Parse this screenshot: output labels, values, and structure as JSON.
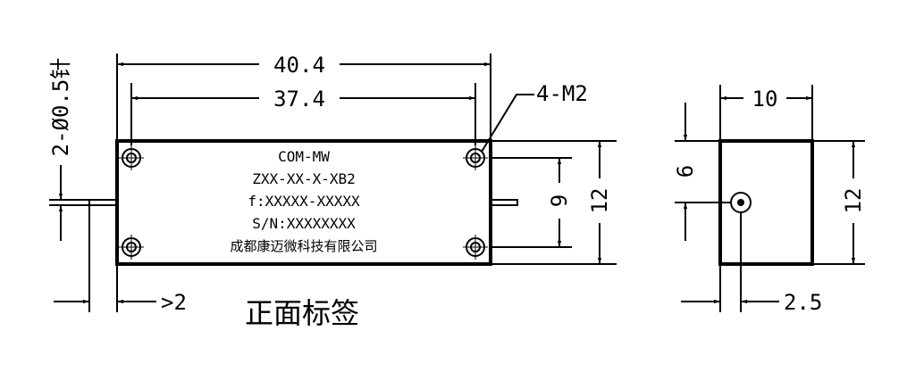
{
  "front_view": {
    "dimensions": {
      "overall_length": "40.4",
      "hole_spacing_length": "37.4",
      "mounting_holes": "4-M2",
      "pin_spec": "2-Ø0.5针",
      "hole_spacing_height": "9",
      "overall_height": "12",
      "pin_extension": ">2"
    },
    "label_lines": [
      "COM-MW",
      "ZXX-XX-X-XB2",
      "f:XXXXX-XXXXX",
      "S/N:XXXXXXXX",
      "成都康迈微科技有限公司"
    ],
    "title": "正面标签"
  },
  "side_view": {
    "dimensions": {
      "width": "10",
      "pin_height": "6",
      "height": "12",
      "pin_offset": "2.5"
    }
  },
  "colors": {
    "line": "#000000",
    "background": "#ffffff"
  }
}
